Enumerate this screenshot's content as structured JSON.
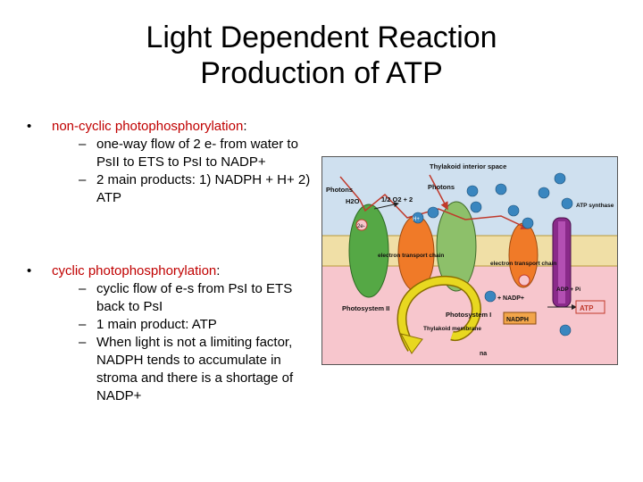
{
  "title": {
    "line1": "Light Dependent Reaction",
    "line2": "Production of ATP"
  },
  "bullets": [
    {
      "bullet": "•",
      "term": "non-cyclic photophosphorylation",
      "suffix": ":",
      "subs": [
        "one-way flow of 2 e- from water to PsII to ETS to PsI to NADP+",
        "2 main products: 1) NADPH + H+ 2) ATP"
      ]
    },
    {
      "bullet": "•",
      "term": "cyclic photophosphorylation",
      "suffix": ":",
      "subs": [
        "cyclic flow of e-s from PsI to ETS back to PsI",
        "1 main product: ATP",
        "When light is not a limiting factor, NADPH tends to accumulate in stroma and there is a shortage of NADP+"
      ]
    }
  ],
  "dash": "–",
  "figure": {
    "interior": "Thylakoid interior space",
    "photons_left": "Photons",
    "photons_mid": "Photons",
    "h2o": "H2O",
    "o2": "1/2 O2 + 2",
    "h_plus": "H+",
    "e_minus": "2e-",
    "etc_left": "electron transport chain",
    "etc_right": "electron transport chain",
    "ps2": "Photosystem II",
    "ps1": "Photosystem I",
    "nadp_reaction": "+ NADP+",
    "nadph": "NADPH",
    "membrane": "Thylakoid membrane",
    "atp_synthase": "ATP synthase",
    "adp": "ADP + Pi",
    "atp": "ATP",
    "stroma_frag": "na",
    "colors": {
      "interior": "#cfe0ef",
      "stroma": "#f7c6cd",
      "membrane": "#f0dfa6",
      "ps2": "#55a845",
      "etc": "#f07a28",
      "ps1": "#8dc06a",
      "atp_synthase": "#8a2a8a",
      "arrow": "#e8d820",
      "h_ion": "#3a86bf"
    }
  }
}
